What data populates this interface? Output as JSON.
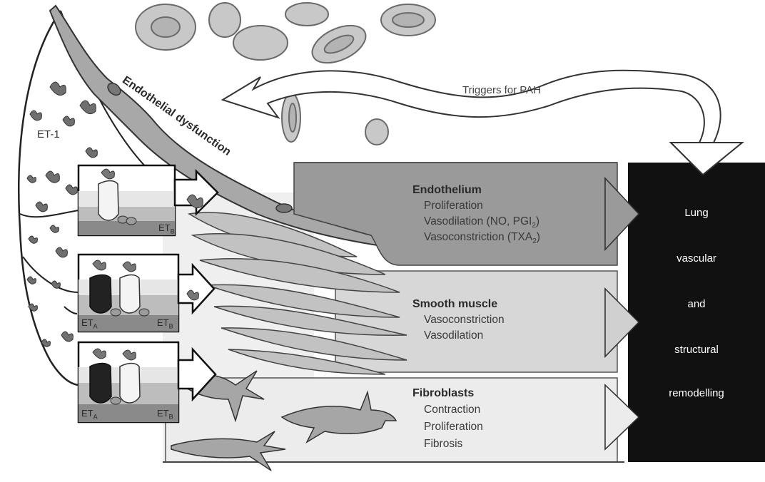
{
  "triggers_label": "Triggers for PAH",
  "et1_label": "ET-1",
  "endothelial_dysfunction_label": "Endothelial dysfunction",
  "receptor_labels": {
    "box1_right_main": "ET",
    "box1_right_sub": "B",
    "box2_left_main": "ET",
    "box2_left_sub": "A",
    "box2_right_main": "ET",
    "box2_right_sub": "B",
    "box3_left_main": "ET",
    "box3_left_sub": "A",
    "box3_right_main": "ET",
    "box3_right_sub": "B"
  },
  "bands": {
    "endothelium": {
      "title": "Endothelium",
      "items": [
        "Proliferation",
        "Vasodilation (NO, PGI",
        "Vasoconstriction (TXA"
      ],
      "item_subs": [
        "",
        "2",
        "2"
      ],
      "item_suffix": [
        "",
        ")",
        ")"
      ]
    },
    "smooth_muscle": {
      "title": "Smooth muscle",
      "items": [
        "Vasoconstriction",
        "Vasodilation"
      ]
    },
    "fibroblasts": {
      "title": "Fibroblasts",
      "items": [
        "Contraction",
        "Proliferation",
        "Fibrosis"
      ]
    }
  },
  "outcome": {
    "words": [
      "Lung",
      "vascular",
      "and",
      "structural",
      "remodelling"
    ]
  },
  "colors": {
    "band_endothelium": "#9a9a9a",
    "band_smooth_muscle": "#d7d7d7",
    "band_fibroblasts": "#ececec",
    "outcome_box": "#111111",
    "cell_gray": "#9c9c9c"
  }
}
